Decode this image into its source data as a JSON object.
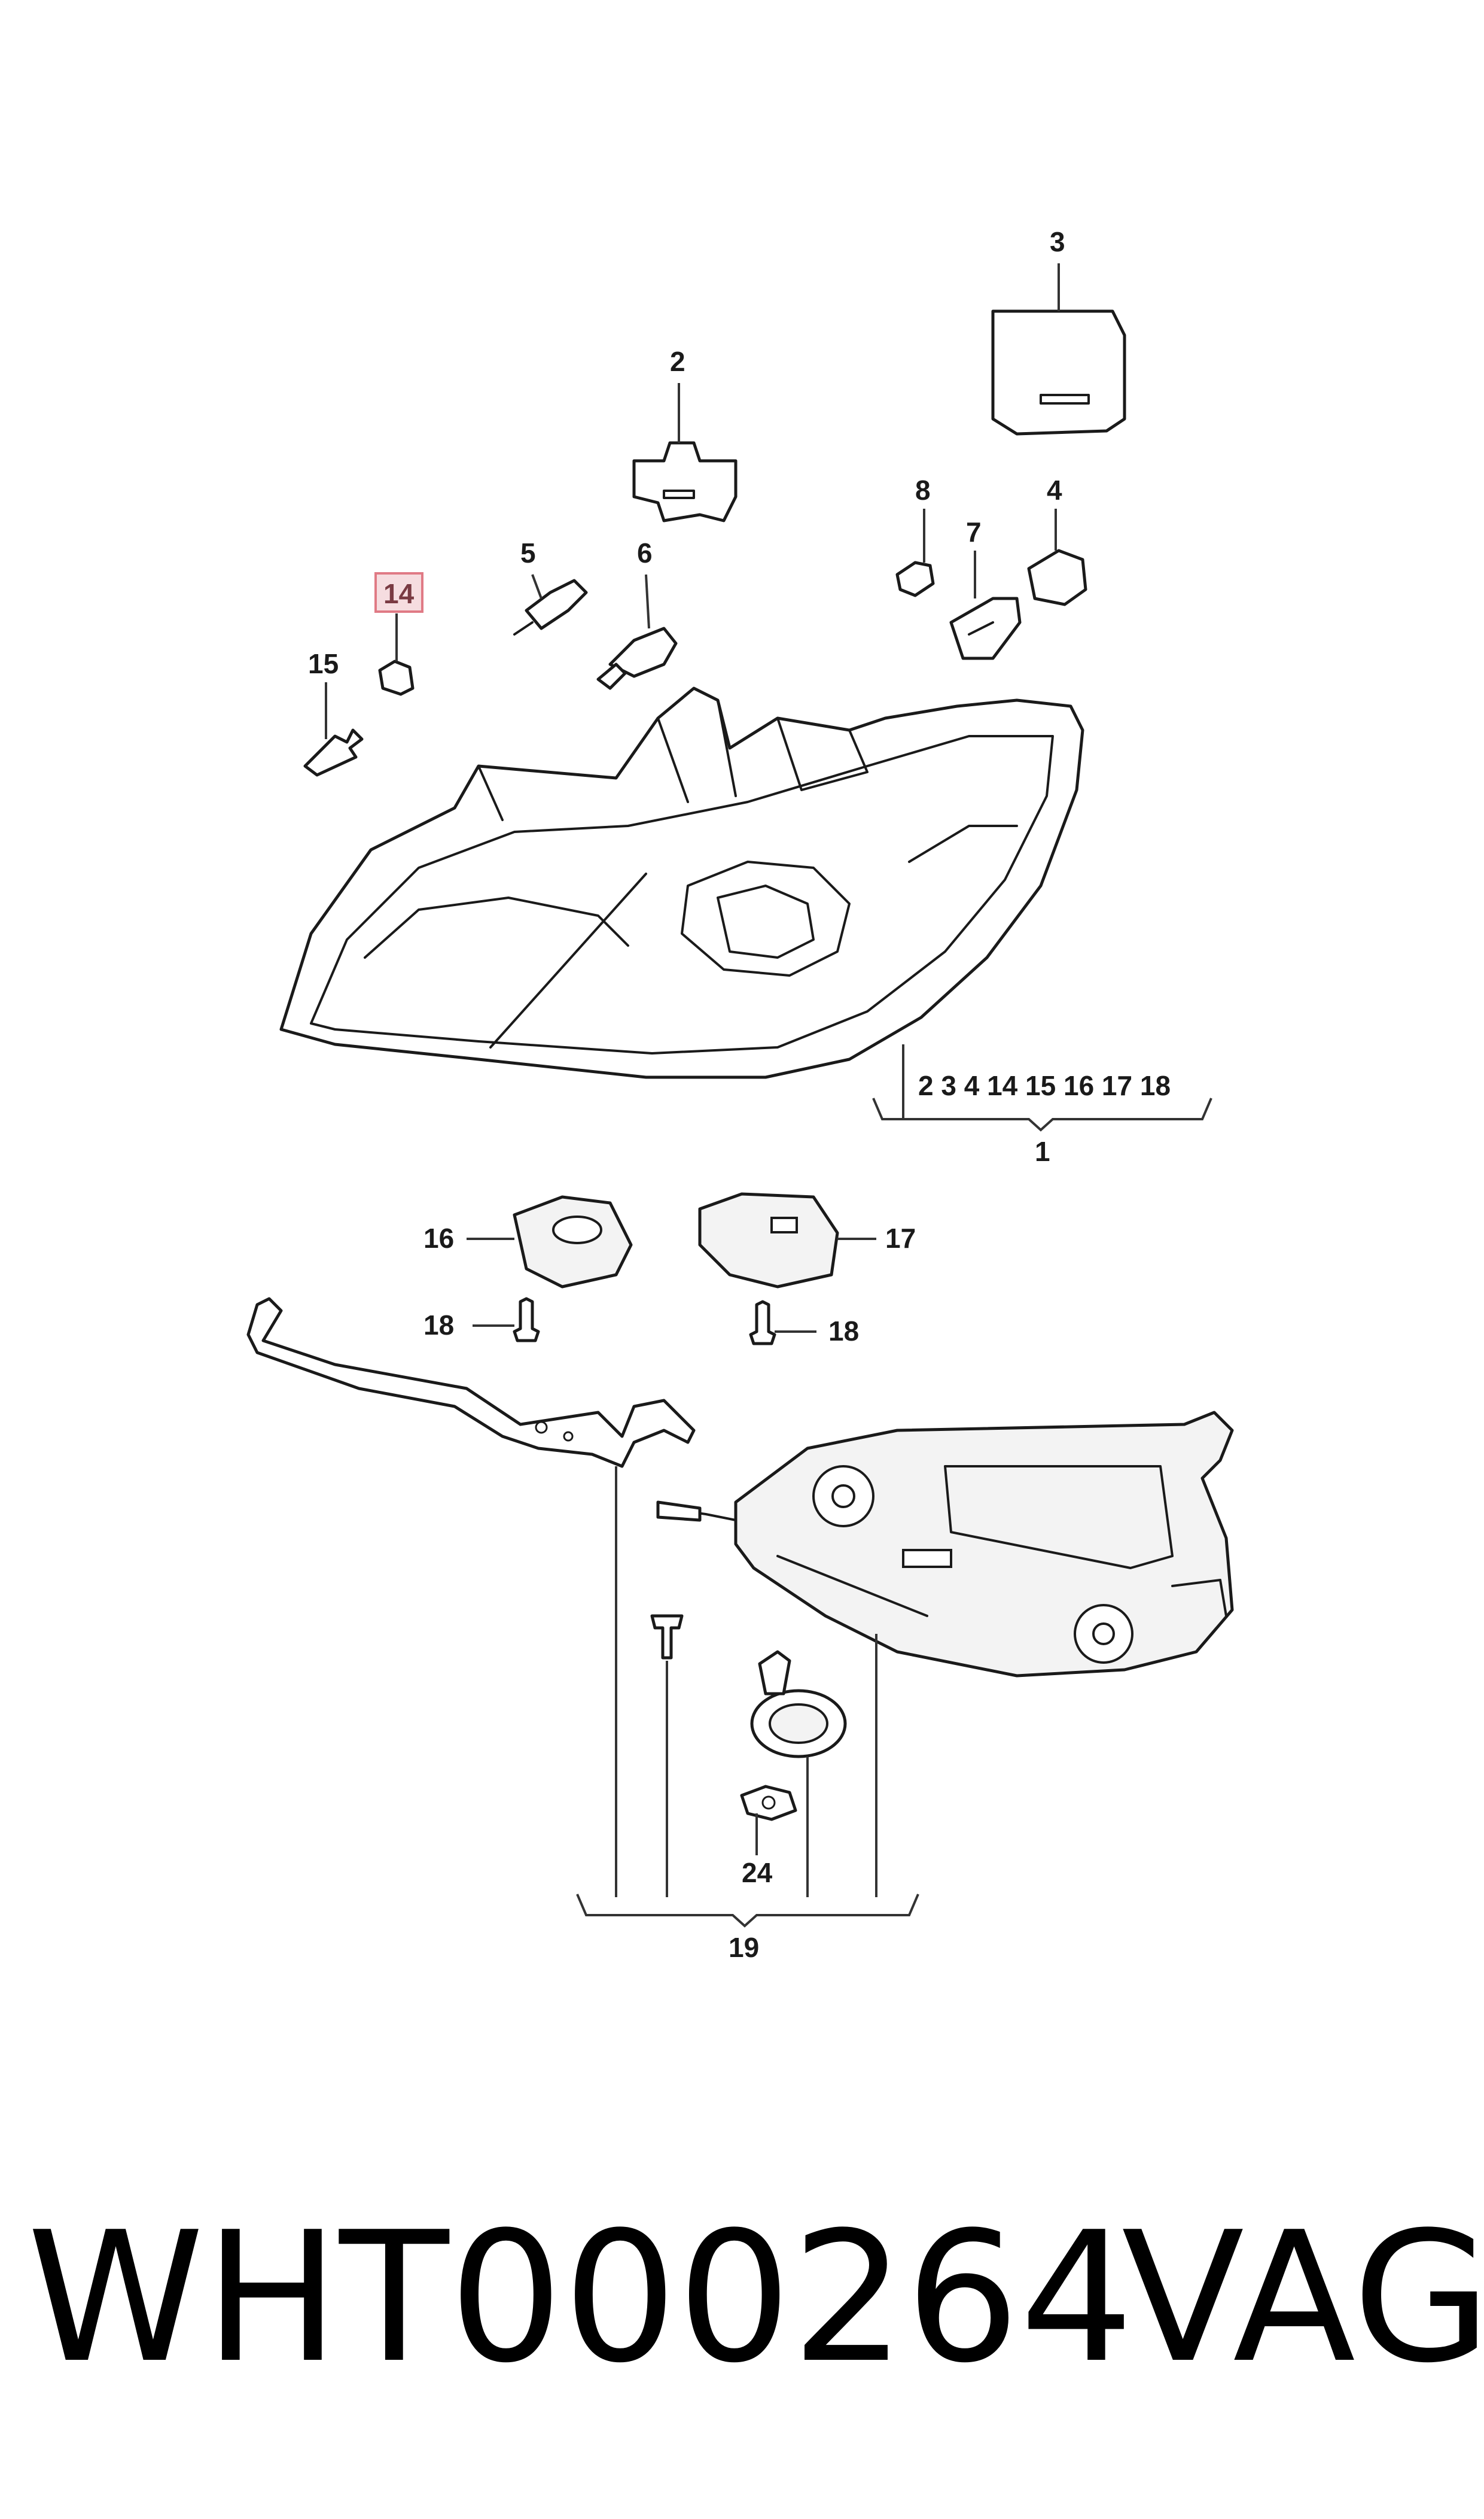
{
  "callouts": {
    "c1": "1",
    "c2": "2",
    "c3": "3",
    "c4": "4",
    "c5": "5",
    "c6": "6",
    "c7": "7",
    "c8": "8",
    "c14": "14",
    "c15": "15",
    "c16": "16",
    "c17": "17",
    "c18a": "18",
    "c18b": "18",
    "c19": "19",
    "c24": "24",
    "group1_list": "2 3 4 14 15 16 17 18"
  },
  "highlight": {
    "callout": "14",
    "color": "#e07a85",
    "fill": "#f6dde0"
  },
  "footer": {
    "part_number": "WHT000264",
    "brand": "VAG"
  }
}
